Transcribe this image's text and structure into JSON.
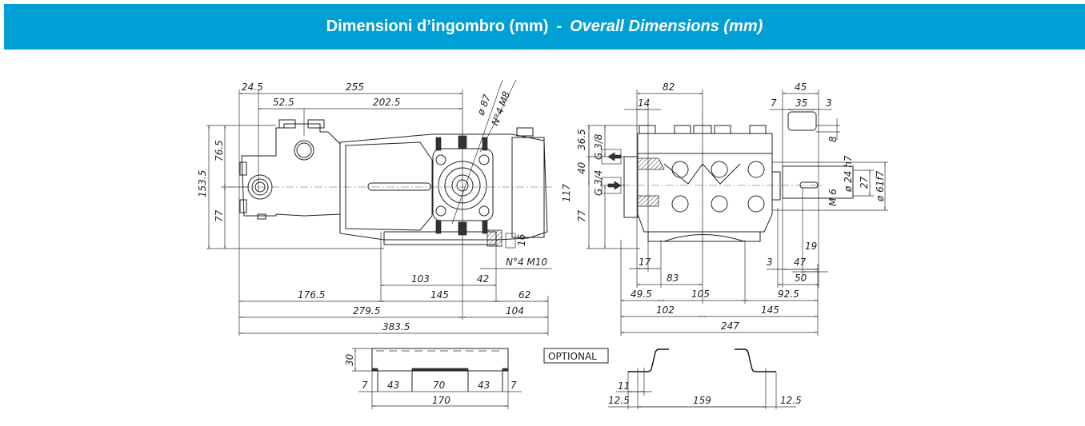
{
  "header": {
    "title_it": "Dimensioni d’ingombro (mm)",
    "separator": "-",
    "title_en": "Overall Dimensions (mm)"
  },
  "colors": {
    "banner_bg": "#009fd6",
    "banner_text": "#ffffff",
    "line": "#222222"
  },
  "side_view": {
    "top": [
      "24.5",
      "255",
      "52.5",
      "202.5",
      "ø 87",
      "N°4 M8"
    ],
    "left": [
      "153.5",
      "76.5",
      "77"
    ],
    "right": [
      "16",
      "N°4 M10"
    ],
    "bottom": [
      "103",
      "42",
      "176.5",
      "145",
      "62",
      "279.5",
      "104",
      "383.5"
    ]
  },
  "front_view": {
    "top": [
      "82",
      "14"
    ],
    "left": [
      "36.5",
      "G 3/8",
      "40",
      "G 3/4",
      "117",
      "77"
    ],
    "bottom": [
      "17",
      "83",
      "49.5",
      "105",
      "92.5",
      "102",
      "145",
      "247"
    ]
  },
  "shaft_view": {
    "top": [
      "45",
      "7",
      "35",
      "3",
      "8"
    ],
    "right": [
      "ø 24 h7",
      "27",
      "M 6",
      "ø 61f7"
    ],
    "bottom": [
      "19",
      "3",
      "47",
      "50"
    ]
  },
  "optional": {
    "label": "OPTIONAL",
    "base_plate": [
      "30",
      "7",
      "43",
      "70",
      "43",
      "7",
      "170"
    ],
    "bracket": [
      "11",
      "12.5",
      "159",
      "12.5"
    ]
  }
}
